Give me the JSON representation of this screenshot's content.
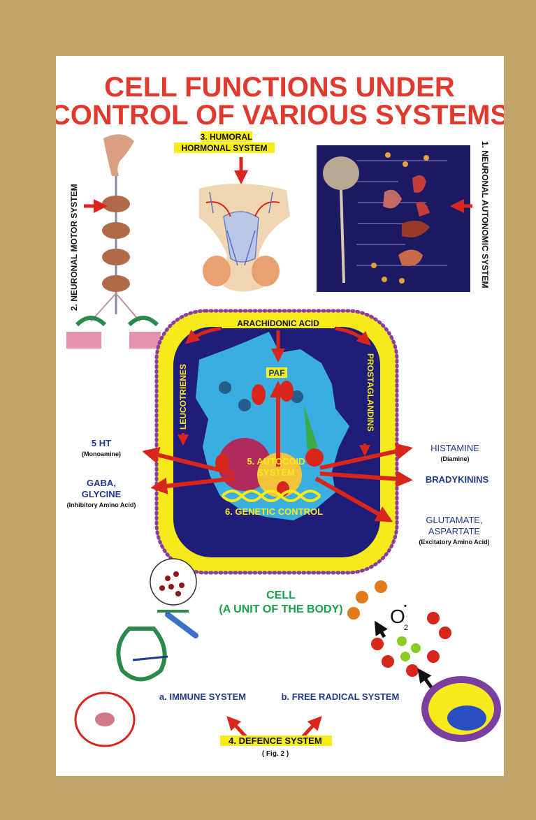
{
  "title": {
    "line1": "CELL FUNCTIONS UNDER",
    "line2": "CONTROL OF VARIOUS SYSTEMS"
  },
  "systems": {
    "neuronal_motor": "2. NEURONAL MOTOR SYSTEM",
    "humoral_line1": "3. HUMORAL",
    "humoral_line2": "HORMONAL SYSTEM",
    "neuronal_autonomic": "1. NEURONAL AUTONOMIC SYSTEM"
  },
  "cell": {
    "arachidonic_acid": "ARACHIDONIC ACID",
    "leucotrienes": "LEUCOTRIENES",
    "prostaglandins": "PROSTAGLANDINS",
    "paf": "PAF",
    "autocoid_line1": "5. AUTOCOID",
    "autocoid_line2": "SYSTEM",
    "genetic_control": "6. GENETIC CONTROL",
    "cell_line1": "CELL",
    "cell_line2": "(A UNIT OF THE BODY)"
  },
  "mediators": {
    "ht5": "5 HT",
    "ht5_sub": "(Monoamine)",
    "gaba_line1": "GABA,",
    "gaba_line2": "GLYCINE",
    "gaba_sub": "(Inhibitory Amino Acid)",
    "histamine": "HISTAMINE",
    "histamine_sub": "(Diamine)",
    "bradykinins": "BRADYKININS",
    "glutamate_line1": "GLUTAMATE,",
    "glutamate_line2": "ASPARTATE",
    "glutamate_sub": "(Excitatory Amino Acid)"
  },
  "defence": {
    "immune": "a. IMMUNE SYSTEM",
    "free_radical": "b. FREE RADICAL SYSTEM",
    "defence_system": "4. DEFENCE SYSTEM",
    "fig": "( Fig. 2 )",
    "o2": "O",
    "o2_sub": "2",
    "o2_sup": "•"
  },
  "colors": {
    "background": "#c3a56b",
    "title_red": "#e03a2e",
    "arrow_red": "#d9261c",
    "label_highlight": "#f5ec1a",
    "navy_text": "#1f3a8a",
    "green_text": "#18a04a",
    "membrane_purple": "#8a3fa0",
    "membrane_yellow": "#f7ea1c",
    "cell_interior": "#1f1c7a"
  }
}
